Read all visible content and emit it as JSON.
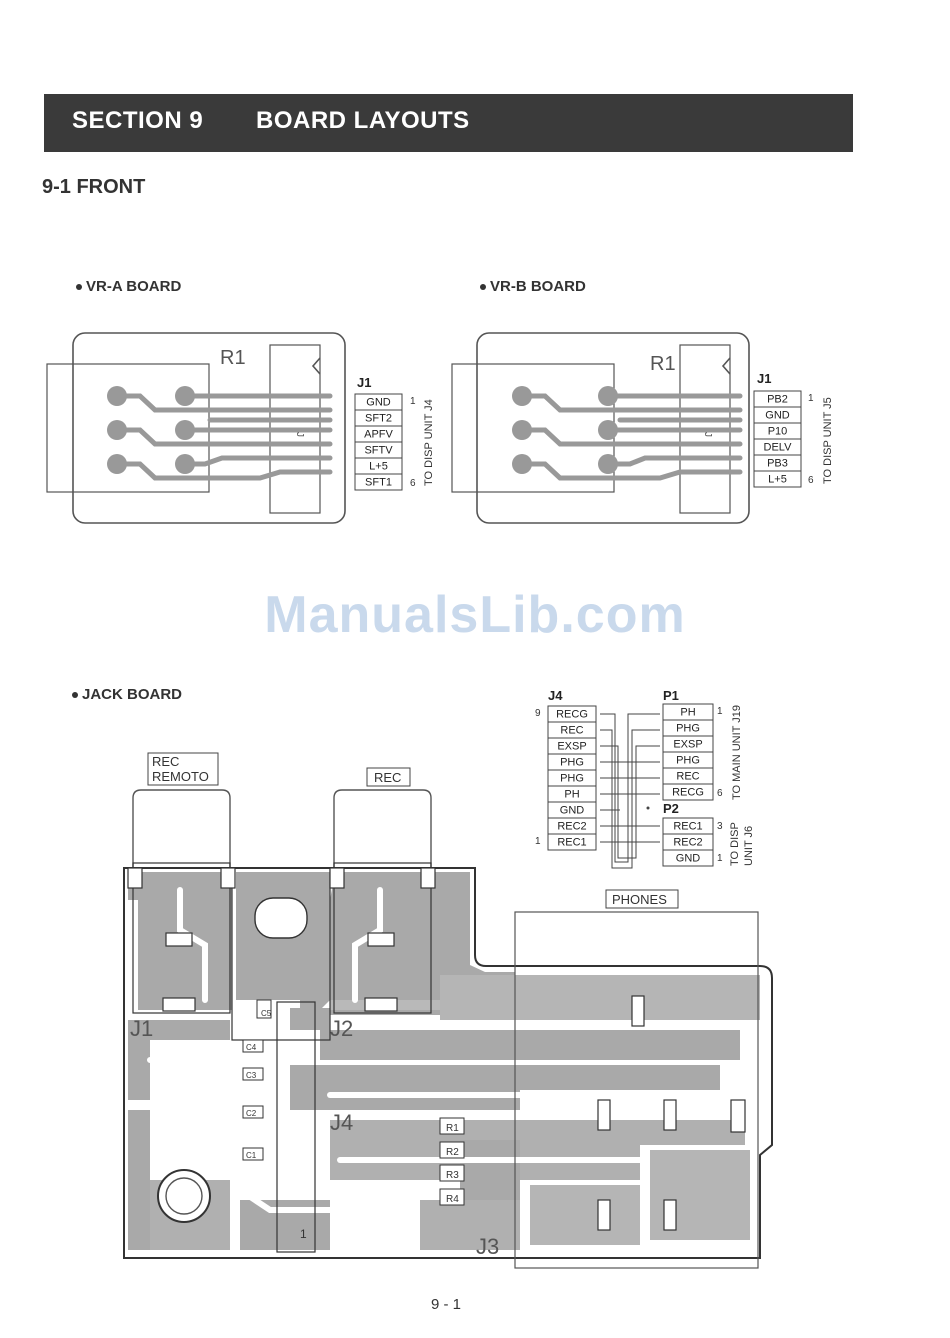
{
  "header": {
    "section": "SECTION 9",
    "title": "BOARD LAYOUTS"
  },
  "subsection": "9-1 FRONT",
  "watermark": "ManualsLib.com",
  "page_number": "9 - 1",
  "vra": {
    "label": "VR-A BOARD",
    "resistor": "R1",
    "connector": "J1",
    "connector_ref": "J",
    "pins": [
      "GND",
      "SFT2",
      "APFV",
      "SFTV",
      "L+5",
      "SFT1"
    ],
    "pin_first": "1",
    "pin_last": "6",
    "dest": "TO DISP UNIT J4"
  },
  "vrb": {
    "label": "VR-B BOARD",
    "resistor": "R1",
    "connector": "J1",
    "connector_ref": "J",
    "pins": [
      "PB2",
      "GND",
      "P10",
      "DELV",
      "PB3",
      "L+5"
    ],
    "pin_first": "1",
    "pin_last": "6",
    "dest": "TO DISP UNIT J5"
  },
  "jack": {
    "label": "JACK BOARD",
    "j4": {
      "name": "J4",
      "pins": [
        "RECG",
        "REC",
        "EXSP",
        "PHG",
        "PHG",
        "PH",
        "GND",
        "REC2",
        "REC1"
      ],
      "pin_first": "9",
      "pin_last": "1"
    },
    "p1": {
      "name": "P1",
      "pins": [
        "PH",
        "PHG",
        "EXSP",
        "PHG",
        "REC",
        "RECG"
      ],
      "pin_first": "1",
      "pin_last": "6",
      "dest": "TO MAIN UNIT J19"
    },
    "p2": {
      "name": "P2",
      "pins": [
        "REC1",
        "REC2",
        "GND"
      ],
      "pin_first": "3",
      "pin_last": "1",
      "dest_line1": "TO DISP",
      "dest_line2": "UNIT J6"
    },
    "rec_remoto_line1": "REC",
    "rec_remoto_line2": "REMOTO",
    "rec": "REC",
    "phones": "PHONES",
    "refs": {
      "j1": "J1",
      "j2": "J2",
      "j3": "J3",
      "j4": "J4",
      "c1": "C1",
      "c2": "C2",
      "c3": "C3",
      "c4": "C4",
      "c5": "C5",
      "r1": "R1",
      "r2": "R2",
      "r3": "R3",
      "r4": "R4",
      "pin1": "1"
    }
  }
}
